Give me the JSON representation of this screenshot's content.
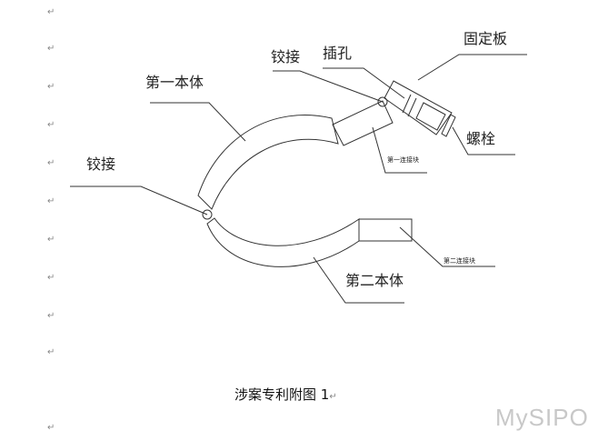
{
  "paragraph_mark": "↵",
  "diagram": {
    "labels": {
      "first_body": "第一本体",
      "second_body": "第二本体",
      "hinge_left": "铰接",
      "hinge_top": "铰接",
      "socket_hole": "插孔",
      "fixing_plate": "固定板",
      "bolt": "螺栓",
      "first_connection_block": "第一连接块",
      "second_connection_block": "第二连接块"
    }
  },
  "caption": "涉案专利附图 1",
  "watermark": "MySIPO"
}
